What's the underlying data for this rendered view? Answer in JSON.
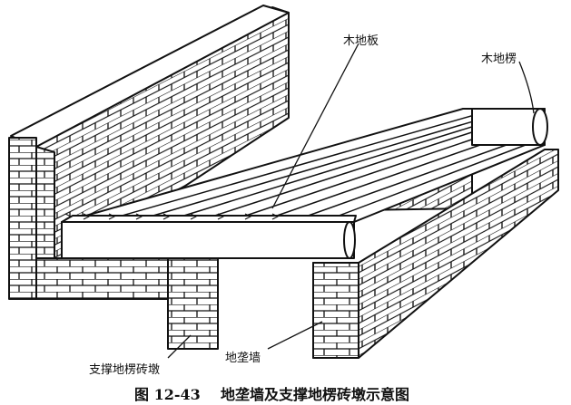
{
  "labels": {
    "wood_floor": "木地板",
    "wood_joist": "木地楞",
    "brick_pier": "支撑地楞砖墩",
    "sleeper_wall": "地垄墙"
  },
  "caption": {
    "number": "图 12-43",
    "title": "地垄墙及支撑地楞砖墩示意图"
  }
}
